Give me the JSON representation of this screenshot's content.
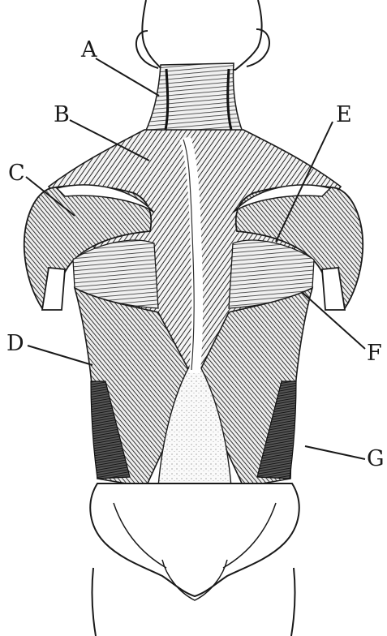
{
  "figure": {
    "subject": "posterior-torso-muscles",
    "labels": {
      "a": "A",
      "b": "B",
      "c": "C",
      "d": "D",
      "e": "E",
      "f": "F",
      "g": "G"
    },
    "ink_color": "#1a1a1a",
    "muscle_color": "#2a2a2a",
    "background": "#ffffff"
  }
}
